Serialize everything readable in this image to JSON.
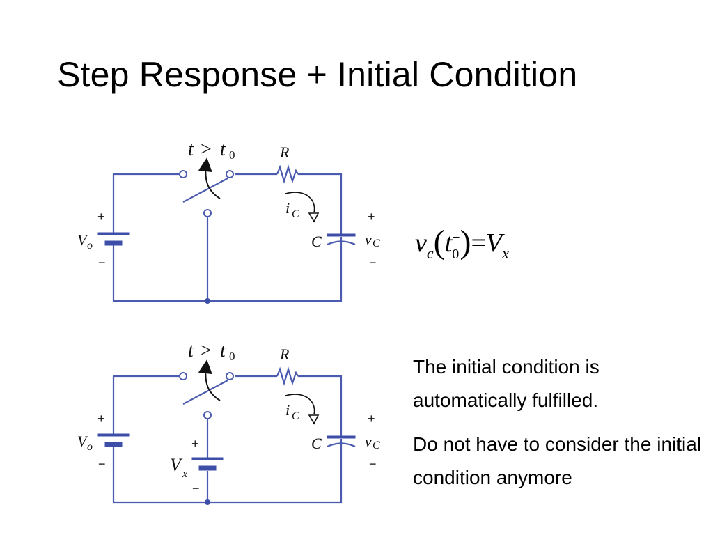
{
  "slide": {
    "title": "Step Response + Initial Condition"
  },
  "circuit_labels": {
    "switch_condition_var": "t",
    "switch_condition_op": ">",
    "switch_condition_rhs": "t",
    "switch_condition_sub": "0",
    "resistor": "R",
    "capacitor": "C",
    "current": "i",
    "current_sub": "C",
    "source": "V",
    "source_sub": "o",
    "cap_voltage": "v",
    "cap_voltage_sub": "C",
    "initial_source": "V",
    "initial_source_sub": "x",
    "plus": "+",
    "minus": "−"
  },
  "equation": {
    "lhs_var": "v",
    "lhs_sub": "c",
    "arg_var": "t",
    "arg_sub": "0",
    "arg_sup": "−",
    "equals": "=",
    "rhs_var": "V",
    "rhs_sub": "x"
  },
  "text": {
    "line1": "The initial condition is automatically fulfilled.",
    "line2": "Do not have to consider the initial condition anymore"
  },
  "colors": {
    "wire": "#4b5bb0",
    "text": "#000000",
    "background": "#ffffff"
  }
}
